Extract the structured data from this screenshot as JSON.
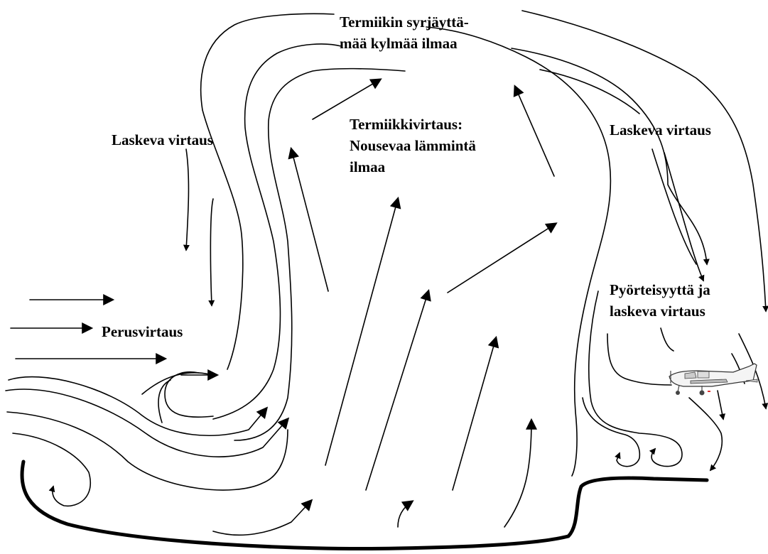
{
  "labels": {
    "top": [
      "Termiikin syrjäyttä-",
      "mää kylmää ilmaa"
    ],
    "left_down": "Laskeva virtaus",
    "thermal": [
      "Termiikkivirtaus:",
      "Nousevaa lämmintä",
      "ilmaa"
    ],
    "right_down": "Laskeva virtaus",
    "turbulence": [
      "Pyörteisyyttä ja",
      "laskeva virtaus"
    ],
    "base_flow": "Perusvirtaus"
  },
  "icons": {
    "aircraft": "airplane-icon"
  }
}
